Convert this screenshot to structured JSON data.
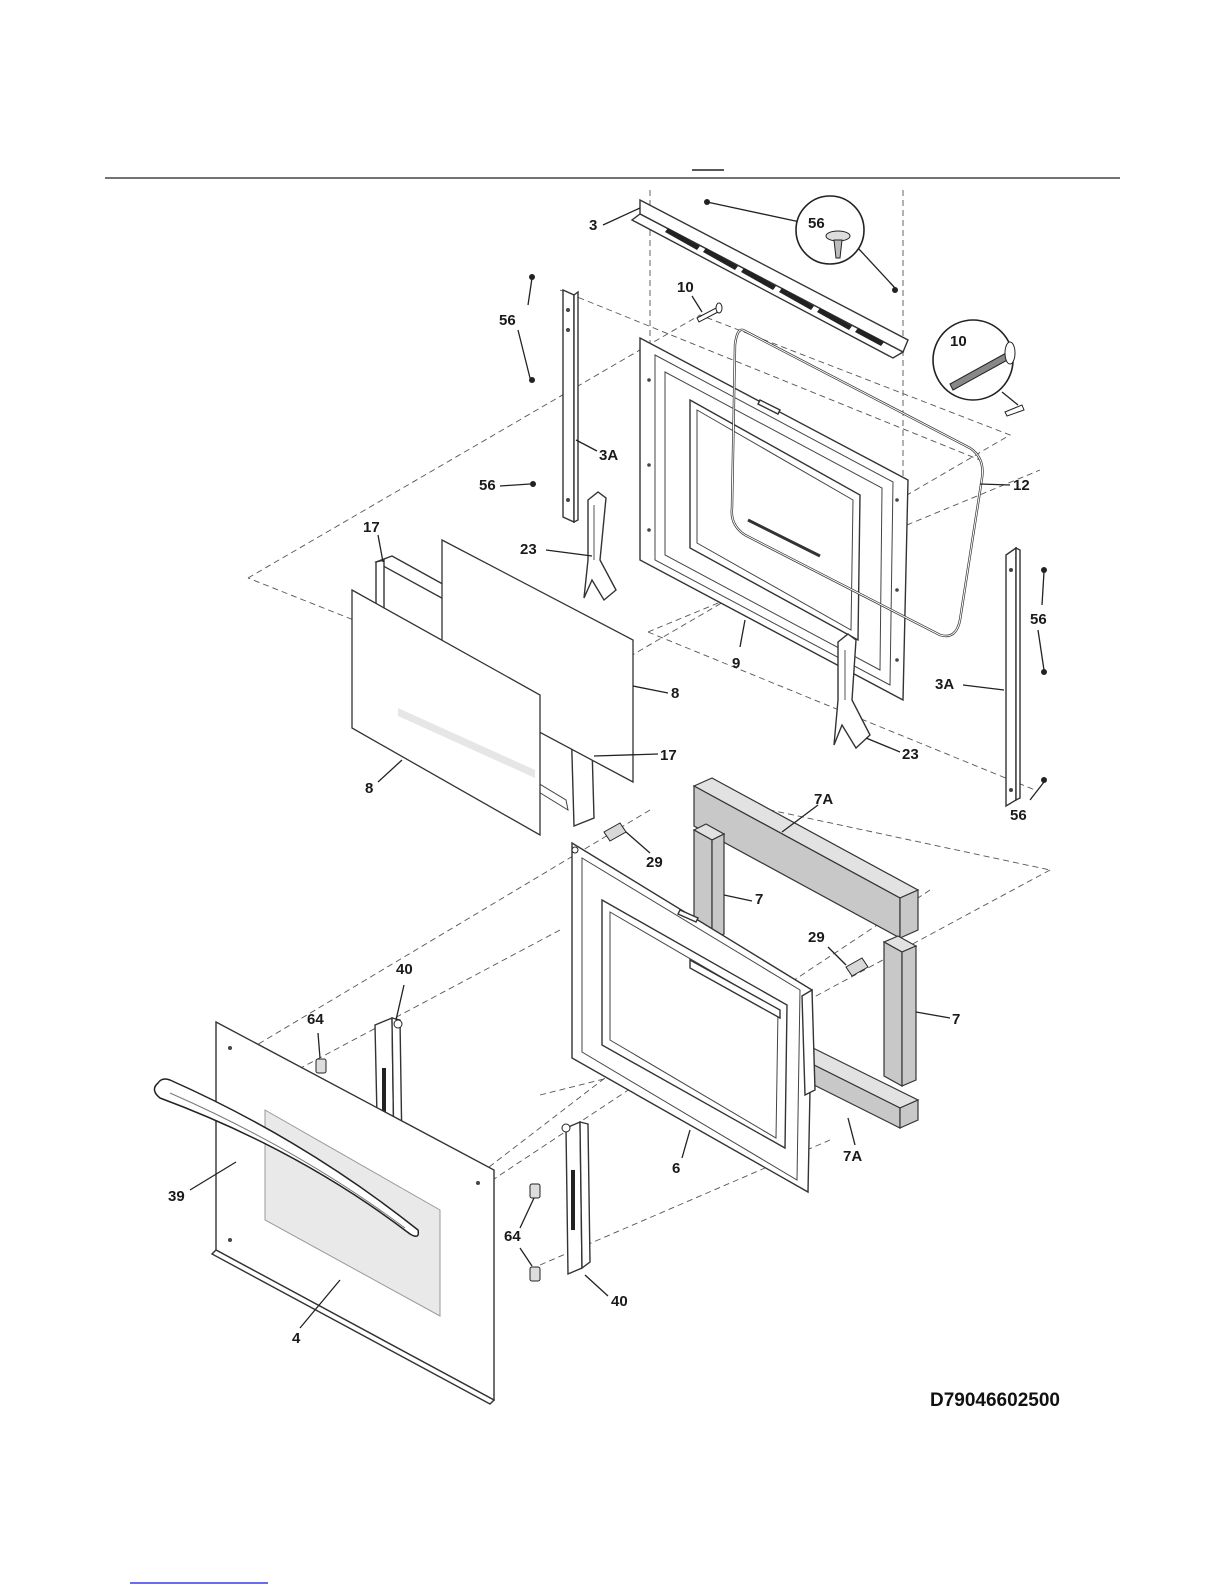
{
  "header": {
    "title_mark": ""
  },
  "callouts": [
    {
      "id": "c3",
      "text": "3"
    },
    {
      "id": "c56a",
      "text": "56"
    },
    {
      "id": "c10a",
      "text": "10"
    },
    {
      "id": "c10b",
      "text": "10"
    },
    {
      "id": "c56b",
      "text": "56"
    },
    {
      "id": "c3Aa",
      "text": "3A"
    },
    {
      "id": "c56c",
      "text": "56"
    },
    {
      "id": "c12",
      "text": "12"
    },
    {
      "id": "c17a",
      "text": "17"
    },
    {
      "id": "c23a",
      "text": "23"
    },
    {
      "id": "c56d",
      "text": "56"
    },
    {
      "id": "c9",
      "text": "9"
    },
    {
      "id": "c3Ab",
      "text": "3A"
    },
    {
      "id": "c8a",
      "text": "8"
    },
    {
      "id": "c17b",
      "text": "17"
    },
    {
      "id": "c23b",
      "text": "23"
    },
    {
      "id": "c8b",
      "text": "8"
    },
    {
      "id": "c7Aa",
      "text": "7A"
    },
    {
      "id": "c56e",
      "text": "56"
    },
    {
      "id": "c29a",
      "text": "29"
    },
    {
      "id": "c7a",
      "text": "7"
    },
    {
      "id": "c29b",
      "text": "29"
    },
    {
      "id": "c40a",
      "text": "40"
    },
    {
      "id": "c64a",
      "text": "64"
    },
    {
      "id": "c7b",
      "text": "7"
    },
    {
      "id": "c39",
      "text": "39"
    },
    {
      "id": "c6",
      "text": "6"
    },
    {
      "id": "c7Ab",
      "text": "7A"
    },
    {
      "id": "c64b",
      "text": "64"
    },
    {
      "id": "c40b",
      "text": "40"
    },
    {
      "id": "c4",
      "text": "4"
    }
  ],
  "drawing_code": "D79046602500",
  "colors": {
    "line": "#333333",
    "insulation": "#c8c8c8",
    "footer_link": "#3a3af0"
  }
}
